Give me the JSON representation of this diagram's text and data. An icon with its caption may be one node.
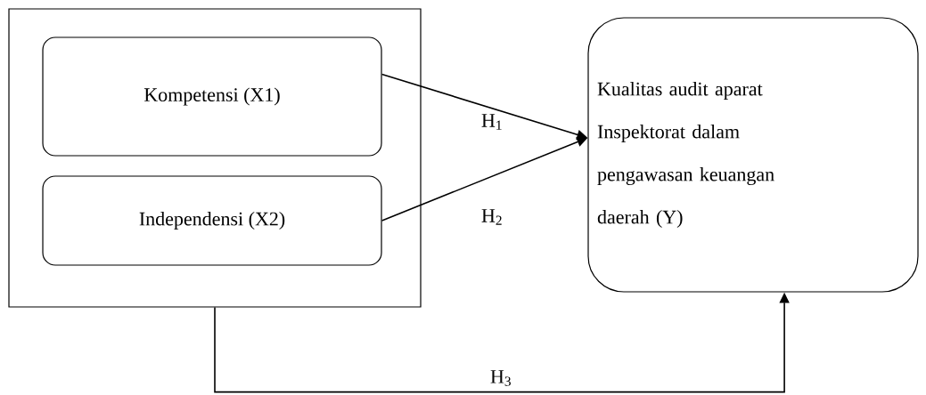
{
  "diagram": {
    "nodes": [
      {
        "text": [],
        "shape": "box"
      },
      {
        "text": [
          "Kompetensi (X1)"
        ],
        "in": 0
      },
      {
        "text": [
          "Independensi (X2)"
        ],
        "in": 0
      },
      {
        "text": [
          "Kualitas audit aparat Inspektorat dalam pengawasan keuangan daerah (Y)"
        ]
      }
    ],
    "edges": [
      {
        "from": 1,
        "to": 3,
        "arrow": "to",
        "label": "H$_{1}$"
      },
      {
        "from": 2,
        "to": 3,
        "arrow": "to",
        "label": "H$_{2}$"
      },
      {
        "from": 0,
        "to": 3,
        "arrow": "to",
        "label": "H$_{3}$"
      }
    ]
  }
}
